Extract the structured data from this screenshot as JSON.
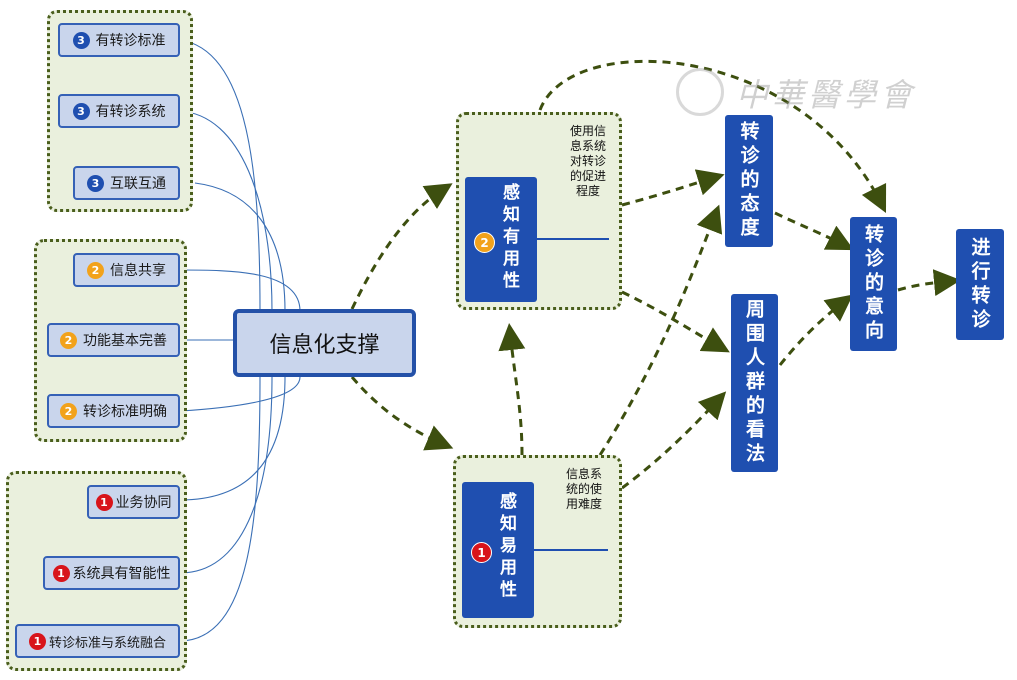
{
  "center": "信息化支撑",
  "groups": [
    {
      "badge": "3",
      "items": [
        "有转诊标准",
        "有转诊系统",
        "互联互通"
      ]
    },
    {
      "badge": "2",
      "items": [
        "信息共享",
        "功能基本完善",
        "转诊标准明确"
      ]
    },
    {
      "badge": "1",
      "items": [
        "业务协同",
        "系统具有智能性",
        "转诊标准与系统融合"
      ]
    }
  ],
  "perceived_usefulness": {
    "label": "感知有用性",
    "badge": "2",
    "note": "使用信息系统对转诊的促进程度"
  },
  "perceived_ease": {
    "label": "感知易用性",
    "badge": "1",
    "note": "信息系统的使用难度"
  },
  "attitude": "转诊的态度",
  "social": "周围人群的看法",
  "intention": "转诊的意向",
  "action": "进行转诊",
  "watermark": "中華醫學會"
}
